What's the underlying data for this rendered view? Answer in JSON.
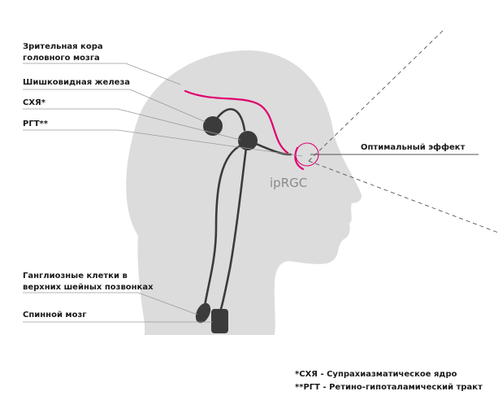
{
  "labels": {
    "visual_cortex_line1": "Зрительная кора",
    "visual_cortex_line2": "головного мозга",
    "pineal": "Шишковидная железа",
    "scn": "СХЯ*",
    "rht": "РГТ**",
    "optimal_effect": "Оптимальный эффект",
    "iprgc": "ipRGC",
    "ganglion_line1": "Ганглиозные клетки в",
    "ganglion_line2": "верхних шейных позвонках",
    "spinal_cord": "Спинной мозг"
  },
  "footnotes": {
    "scn": "*СХЯ - Супрахиазматическое ядро",
    "rht": "**РГТ - Ретино-гипоталамический тракт"
  },
  "colors": {
    "head_fill": "#dcdcdc",
    "structure_fill": "#3b3b3b",
    "visual_pathway": "#e0006f",
    "leader_line": "#9a9a9a",
    "label_text": "#1a1a1a",
    "iprgc_text": "#8a8a8a"
  }
}
